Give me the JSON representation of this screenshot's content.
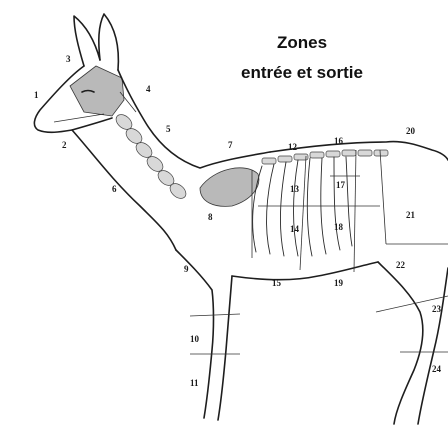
{
  "title": {
    "line1": "Zones",
    "line2": "entrée et sortie"
  },
  "zones": [
    "1",
    "2",
    "3",
    "4",
    "5",
    "6",
    "7",
    "8",
    "9",
    "10",
    "11",
    "12",
    "13",
    "14",
    "15",
    "16",
    "17",
    "18",
    "19",
    "20",
    "21",
    "22",
    "23",
    "24"
  ],
  "colors": {
    "ink": "#1e1e1e",
    "shading": "#b9b9b9",
    "background": "#ffffff"
  }
}
